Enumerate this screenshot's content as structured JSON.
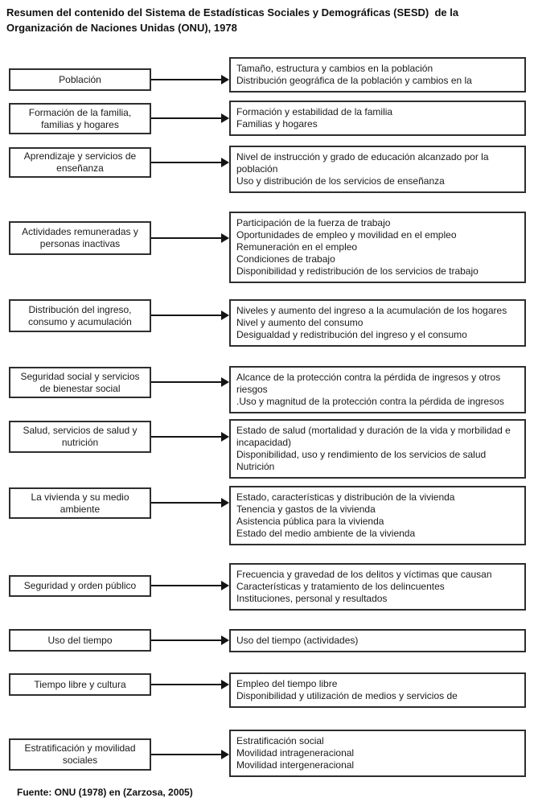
{
  "title": "Resumen del contenido del Sistema de Estadísticas Sociales y Demográficas (SESD)  de la\nOrganización de Naciones Unidas (ONU), 1978",
  "source": "Fuente: ONU (1978) en (Zarzosa, 2005)",
  "colors": {
    "background": "#ffffff",
    "text": "#1a1a1a",
    "box_border": "#2e2e2e",
    "arrow": "#141414"
  },
  "icons": {
    "arrowhead": "right-pointing solid triangle"
  },
  "rows": [
    {
      "left": "Población",
      "right": "Tamaño, estructura y cambios en la población\nDistribución geográfica de la población y cambios en la"
    },
    {
      "left": "Formación de la familia,\nfamilias y hogares",
      "right": "Formación y estabilidad de la familia\nFamilias y hogares"
    },
    {
      "left": "Aprendizaje y servicios de\nenseñanza",
      "right": "Nivel de instrucción y grado de educación alcanzado por la población\nUso y distribución de los servicios de enseñanza"
    },
    {
      "left": "Actividades remuneradas  y\npersonas inactivas",
      "right": "Participación de la fuerza de trabajo\nOportunidades de empleo y movilidad en el empleo\nRemuneración en el empleo\nCondiciones de trabajo\nDisponibilidad y redistribución de los servicios de trabajo"
    },
    {
      "left": "Distribución del ingreso,\nconsumo y acumulación",
      "right": "Niveles y aumento del ingreso a la acumulación de los hogares\nNivel y aumento del consumo\nDesigualdad y redistribución del ingreso y el consumo"
    },
    {
      "left": "Seguridad social y servicios\nde bienestar social",
      "right": "Alcance de la protección contra la pérdida de ingresos y otros riesgos\n.Uso y magnitud de la protección contra la pérdida de ingresos"
    },
    {
      "left": "Salud, servicios de salud y\nnutrición",
      "right": "Estado de salud (mortalidad y duración de la vida y morbilidad e incapacidad)\nDisponibilidad, uso y rendimiento de los servicios de salud\nNutrición"
    },
    {
      "left": "La vivienda y su medio\nambiente",
      "right": "Estado, características y distribución de la vivienda\nTenencia  y gastos de la vivienda\nAsistencia pública para la vivienda\nEstado del medio ambiente de la vivienda"
    },
    {
      "left": "Seguridad y orden público",
      "right": "Frecuencia y gravedad de los delitos y víctimas que causan\nCaracterísticas y tratamiento de los delincuentes\nInstituciones, personal y resultados"
    },
    {
      "left": "Uso del tiempo",
      "right": "Uso del tiempo (actividades)"
    },
    {
      "left": "Tiempo libre y cultura",
      "right": "Empleo del tiempo libre\nDisponibilidad y utilización de medios y servicios de"
    },
    {
      "left": "Estratificación y movilidad\nsociales",
      "right": "Estratificación social\nMovilidad intrageneracional\nMovilidad intergeneracional"
    }
  ]
}
